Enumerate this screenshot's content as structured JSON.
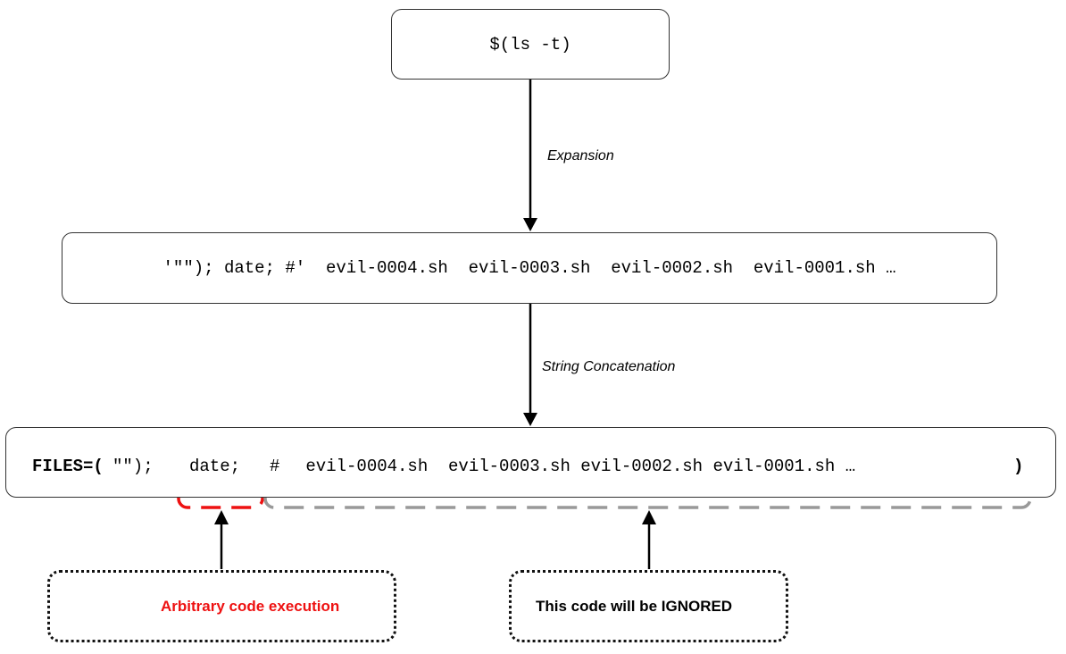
{
  "nodes": {
    "command": {
      "text": "$(ls -t)"
    },
    "expanded": {
      "text": "'\"\"); date; #'  evil-0004.sh  evil-0003.sh  evil-0002.sh  evil-0001.sh …"
    },
    "result": {
      "prefix": "FILES=(",
      "quotes": "\"\"); ",
      "injected": "date;",
      "comment_hash": "#  ",
      "ignored_files": " evil-0004.sh  evil-0003.sh evil-0002.sh evil-0001.sh …",
      "closing_paren": ")"
    }
  },
  "edges": {
    "expansion_label": "Expansion",
    "concatenation_label": "String Concatenation"
  },
  "callouts": {
    "danger": {
      "text": "Arbitrary code execution",
      "color": "#ee1111",
      "icon": "warning-triangle-icon"
    },
    "ignored": {
      "text": "This code will be IGNORED",
      "color": "#999999"
    }
  }
}
